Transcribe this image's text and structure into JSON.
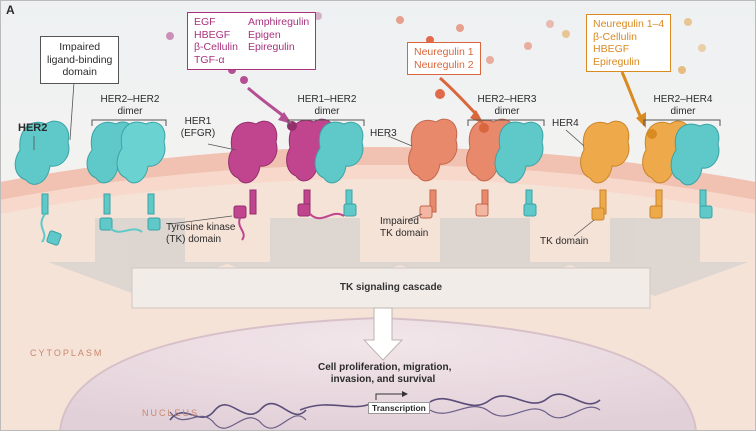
{
  "panel_label": "A",
  "receptors": {
    "her2": {
      "label": "HER2"
    },
    "her2_dimer": {
      "line1": "HER2–HER2",
      "line2": "dimer"
    },
    "her1": {
      "line1": "HER1",
      "line2": "(EFGR)"
    },
    "her1_dimer": {
      "line1": "HER1–HER2",
      "line2": "dimer"
    },
    "her3": {
      "label": "HER3"
    },
    "her3_dimer": {
      "line1": "HER2–HER3",
      "line2": "dimer"
    },
    "her4": {
      "label": "HER4"
    },
    "her4_dimer": {
      "line1": "HER2–HER4",
      "line2": "dimer"
    }
  },
  "annotations": {
    "impaired_binding": {
      "line1": "Impaired",
      "line2": "ligand-binding",
      "line3": "domain"
    },
    "tk_domain_her1": {
      "line1": "Tyrosine kinase",
      "line2": "(TK) domain"
    },
    "impaired_tk": {
      "line1": "Impaired",
      "line2": "TK domain"
    },
    "tk_domain_her4": {
      "label": "TK domain"
    }
  },
  "ligands": {
    "her1": {
      "col1": [
        "EGF",
        "HBEGF",
        "β-Cellulin",
        "TGF-α"
      ],
      "col2": [
        "Amphiregulin",
        "Epigen",
        "Epiregulin"
      ]
    },
    "her3": [
      "Neuregulin 1",
      "Neuregulin 2"
    ],
    "her4": [
      "Neuregulin 1–4",
      "β-Cellulin",
      "HBEGF",
      "Epiregulin"
    ]
  },
  "cascade": {
    "label": "TK signaling cascade"
  },
  "compartments": {
    "cytoplasm": "CYTOPLASM",
    "nucleus": "NUCLEUS"
  },
  "outcome": {
    "line1": "Cell proliferation, migration,",
    "line2": "invasion, and survival"
  },
  "transcription": {
    "label": "Transcription"
  },
  "colors": {
    "her2": "#5fc8c8",
    "her1": "#c0448e",
    "her3": "#e8896b",
    "her4": "#eeaa4a",
    "membrane": "#f3c7b8",
    "cytoplasm": "#f6e6dd",
    "nucleus": "#ecdde2",
    "arrow": "#d6d0cc"
  }
}
